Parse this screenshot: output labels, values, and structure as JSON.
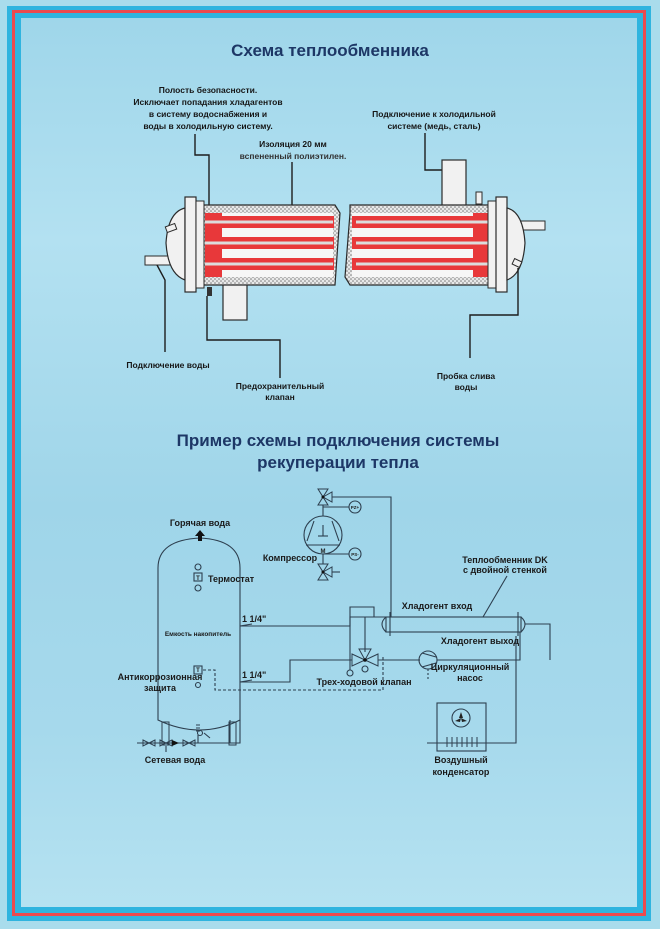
{
  "colors": {
    "frame_blue": "#2fb4df",
    "frame_red": "#ea4a4f",
    "background": "#a9dcec",
    "title": "#1d3766",
    "heat_element": "#e8383a"
  },
  "section1": {
    "title": "Схема  теплообменника",
    "labels": {
      "safety_cavity": [
        "Полость безопасности.",
        "Исключает попадания хладагентов",
        "в систему водоснабжения и",
        "воды в холодильную систему."
      ],
      "insulation": [
        "Изоляция 20 мм",
        "вспененный полиэтилен."
      ],
      "cold_connection": [
        "Подключение к холодильной",
        "системе (медь, сталь)"
      ],
      "water_connection": [
        "Подключение воды"
      ],
      "safety_valve": [
        "Предохранительный",
        "клапан"
      ],
      "drain_plug": [
        "Пробка слива",
        "воды"
      ]
    }
  },
  "section2": {
    "title": [
      "Пример схемы подключения системы",
      "рекуперации тепла"
    ],
    "labels": {
      "hot_water": "Горячая вода",
      "thermostat": "Термостат",
      "compressor": "Компрессор",
      "motor": "M",
      "pz_plus": "PZ+",
      "ps_minus": "PS-",
      "storage_tank": "Емкость накопитель",
      "pipe_size_top": "1 1/4\"",
      "pipe_size_bottom": "1 1/4\"",
      "anticorrosion": [
        "Антикоррозионная",
        "защита"
      ],
      "heat_exchanger": [
        "Теплообменник DK",
        "с двойной стенкой"
      ],
      "refrigerant_in": "Хладогент вход",
      "refrigerant_out": "Хладогент выход",
      "three_way_valve": "Трех-ходовой клапан",
      "circulation_pump": [
        "Циркуляционный",
        "насос"
      ],
      "mains_water": "Сетевая вода",
      "air_condenser": [
        "Воздушный",
        "конденсатор"
      ],
      "thermostat_sensor": "T"
    }
  }
}
